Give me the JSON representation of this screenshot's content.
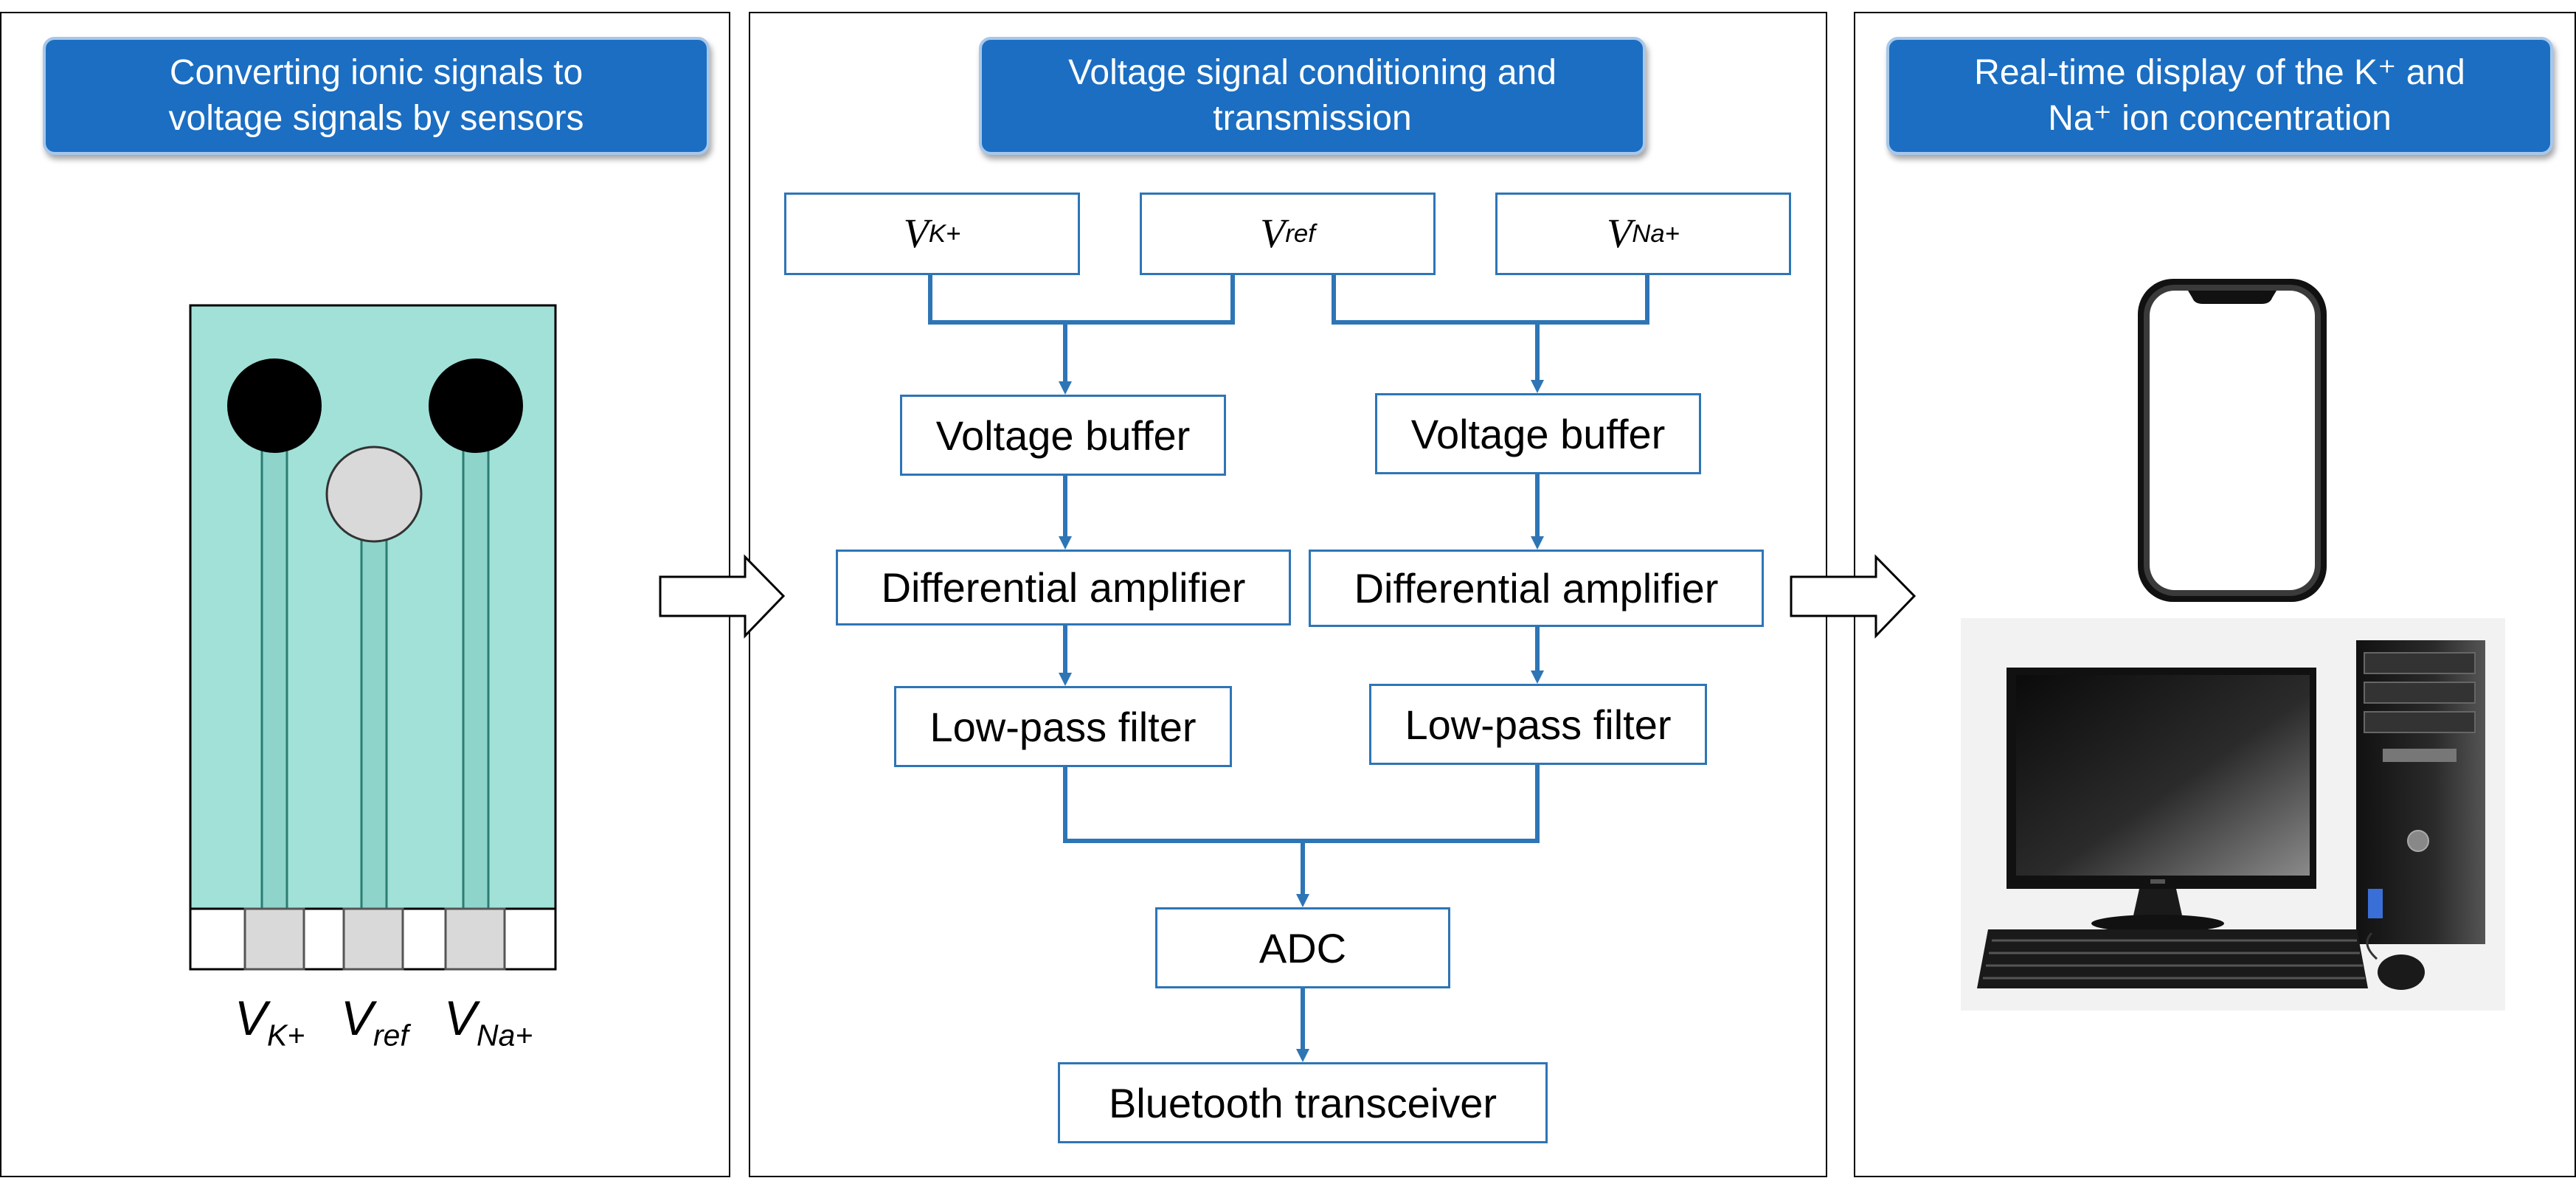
{
  "panels": {
    "left": {
      "title_line1": "Converting ionic signals to",
      "title_line2": "voltage signals by sensors"
    },
    "middle": {
      "title_line1": "Voltage signal conditioning and",
      "title_line2": "transmission"
    },
    "right": {
      "title_line1": "Real-time display of the K⁺ and",
      "title_line2": "Na⁺ ion concentration"
    }
  },
  "inputs": {
    "k": {
      "main": "V",
      "sub": "K+"
    },
    "ref": {
      "main": "V",
      "sub": "ref"
    },
    "na": {
      "main": "V",
      "sub": "Na+"
    }
  },
  "blocks": {
    "buffer_left": "Voltage buffer",
    "buffer_right": "Voltage buffer",
    "amp_left": "Differential amplifier",
    "amp_right": "Differential amplifier",
    "filter_left": "Low-pass filter",
    "filter_right": "Low-pass filter",
    "adc": "ADC",
    "bluetooth": "Bluetooth transceiver"
  },
  "sensor_labels": {
    "k": {
      "main": "V",
      "sub": "K+"
    },
    "ref": {
      "main": "V",
      "sub": "ref"
    },
    "na": {
      "main": "V",
      "sub": "Na+"
    }
  },
  "devices": [
    "smartphone-icon",
    "desktop-computer-icon"
  ],
  "colors": {
    "header_blue": "#1b6ec2",
    "flow_blue": "#2e75b6",
    "sensor_teal": "#a1e1d8",
    "electrode_black": "#000000",
    "electrode_grey": "#d9d9d9"
  }
}
